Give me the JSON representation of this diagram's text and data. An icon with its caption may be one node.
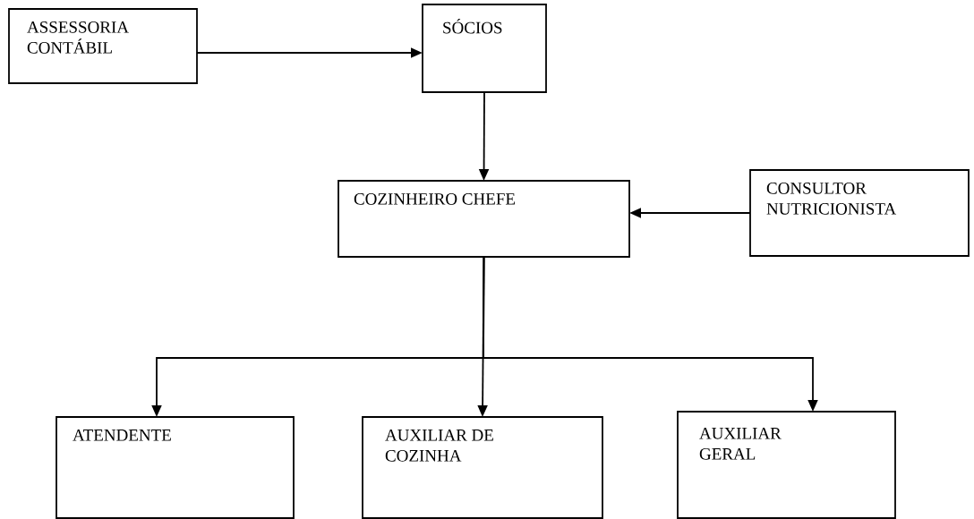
{
  "diagram": {
    "nodes": [
      {
        "text": [
          "ASSESSORIA CONTÁBIL"
        ]
      },
      {
        "text": [
          "SÓCIOS"
        ]
      },
      {
        "text": [
          "COZINHEIRO CHEFE"
        ]
      },
      {
        "text": [
          "CONSULTOR NUTRICIONISTA"
        ]
      },
      {
        "text": [
          "ATENDENTE"
        ]
      },
      {
        "text": [
          "AUXILIAR DE COZINHA"
        ]
      },
      {
        "text": [
          "AUXILIAR GERAL"
        ]
      }
    ],
    "edges": [
      {
        "from": 0,
        "to": 1,
        "arrow": "to"
      },
      {
        "from": 1,
        "to": 2,
        "arrow": "to"
      },
      {
        "from": 3,
        "to": 2,
        "arrow": "to"
      },
      {
        "from": 2,
        "to": 4,
        "arrow": "to"
      },
      {
        "from": 2,
        "to": 5,
        "arrow": "to"
      },
      {
        "from": 2,
        "to": 6,
        "arrow": "to"
      }
    ]
  }
}
